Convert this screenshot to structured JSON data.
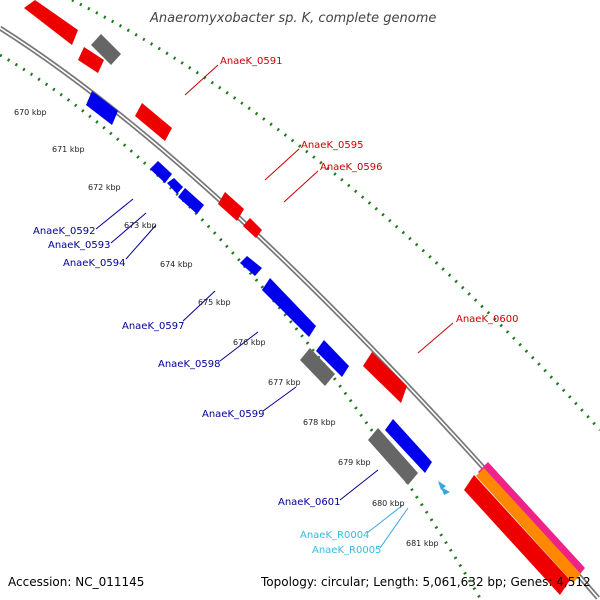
{
  "title": "Anaeromyxobacter sp. K, complete genome",
  "footer": {
    "accession": "Accession: NC_011145",
    "summary": "Topology: circular; Length: 5,061,632 bp; Genes: 4,512"
  },
  "colors": {
    "forward_gene": "#ee0000",
    "reverse_gene": "#0000ee",
    "pseudo_gene": "#666666",
    "rna": "#33aadd",
    "backbone": "#777777",
    "tick_dots": "#1f7a1f",
    "label_forward": "#cc0000",
    "label_reverse": "#000099",
    "label_rna": "#33bbdd",
    "band_pink": "#ee2288",
    "band_orange": "#ff8800",
    "band_red": "#ee0000"
  },
  "kbp_ticks": [
    "670 kbp",
    "671 kbp",
    "672 kbp",
    "673 kbp",
    "674 kbp",
    "675 kbp",
    "676 kbp",
    "677 kbp",
    "678 kbp",
    "679 kbp",
    "680 kbp",
    "681 kbp"
  ],
  "gene_labels": {
    "forward": [
      "AnaeK_0591",
      "AnaeK_0595",
      "AnaeK_0596",
      "AnaeK_0600"
    ],
    "reverse": [
      "AnaeK_0592",
      "AnaeK_0593",
      "AnaeK_0594",
      "AnaeK_0597",
      "AnaeK_0598",
      "AnaeK_0599",
      "AnaeK_0601"
    ],
    "rna": [
      "AnaeK_R0004",
      "AnaeK_R0005"
    ]
  }
}
